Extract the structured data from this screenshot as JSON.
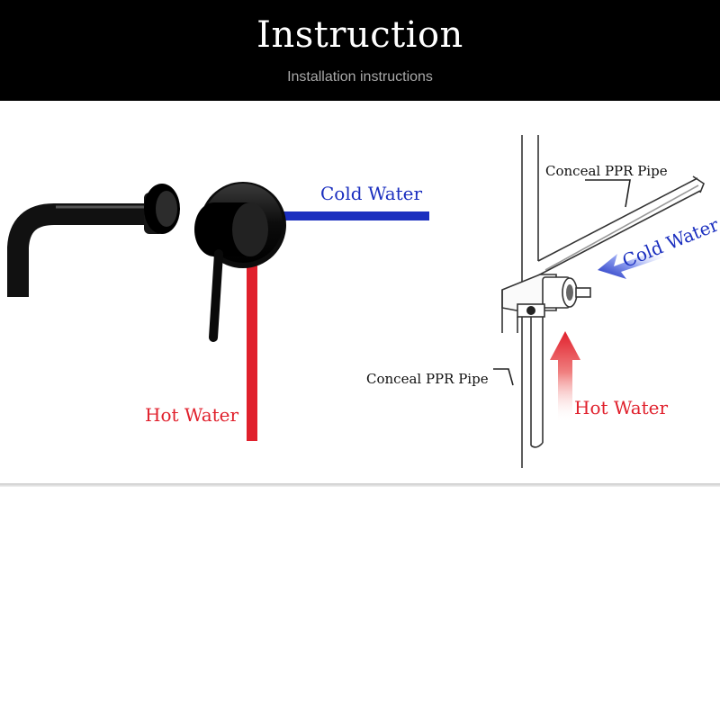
{
  "header": {
    "title": "Instruction",
    "subtitle": "Installation instructions"
  },
  "left_diagram": {
    "cold_label": "Cold Water",
    "hot_label": "Hot Water"
  },
  "right_diagram": {
    "top_pipe_label": "Conceal PPR Pipe",
    "bottom_pipe_label": "Conceal PPR Pipe",
    "cold_label": "Cold Water",
    "hot_label": "Hot Water"
  },
  "colors": {
    "header_bg": "#000000",
    "cold": "#1b2fbf",
    "hot": "#e0202c",
    "faucet": "#111111"
  }
}
